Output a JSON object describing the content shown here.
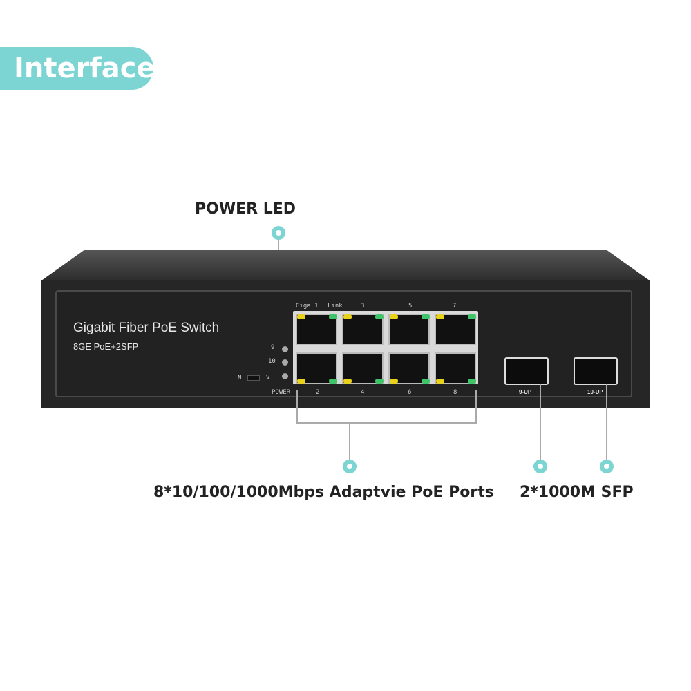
{
  "badge": "Interface",
  "switch": {
    "title": "Gigabit Fiber PoE Switch",
    "model": "8GE PoE+2SFP",
    "top_labels": [
      "Giga 1",
      "Link",
      "3",
      "5",
      "7"
    ],
    "bottom_labels": [
      "POWER",
      "2",
      "4",
      "6",
      "8"
    ],
    "led_labels": [
      "9",
      "10"
    ],
    "switch_labels": [
      "N",
      "V"
    ],
    "sfp_labels": [
      "9-UP",
      "10-UP"
    ]
  },
  "callouts": {
    "power_led": "POWER LED",
    "poe_ports": "8*10/100/1000Mbps Adaptvie PoE Ports",
    "sfp": "2*1000M SFP"
  },
  "colors": {
    "accent": "#7dd5d3",
    "led_yellow": "#e8d21a",
    "led_green": "#3fc46a"
  }
}
